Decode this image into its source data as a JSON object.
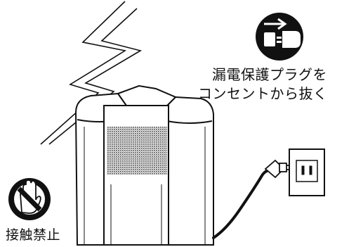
{
  "warnings": {
    "unplug": {
      "line1": "漏電保護プラグを",
      "line2": "コンセントから抜く",
      "icon": "unplug-icon"
    },
    "no_touch": {
      "label": "接触禁止",
      "icon": "no-touch-hand-icon"
    }
  },
  "colors": {
    "ink": "#111111",
    "background": "#ffffff",
    "grille": "#555555"
  },
  "icons": [
    "lightning-bolt-icon",
    "unplug-icon",
    "no-touch-hand-icon",
    "wall-outlet-icon",
    "power-plug-icon"
  ]
}
